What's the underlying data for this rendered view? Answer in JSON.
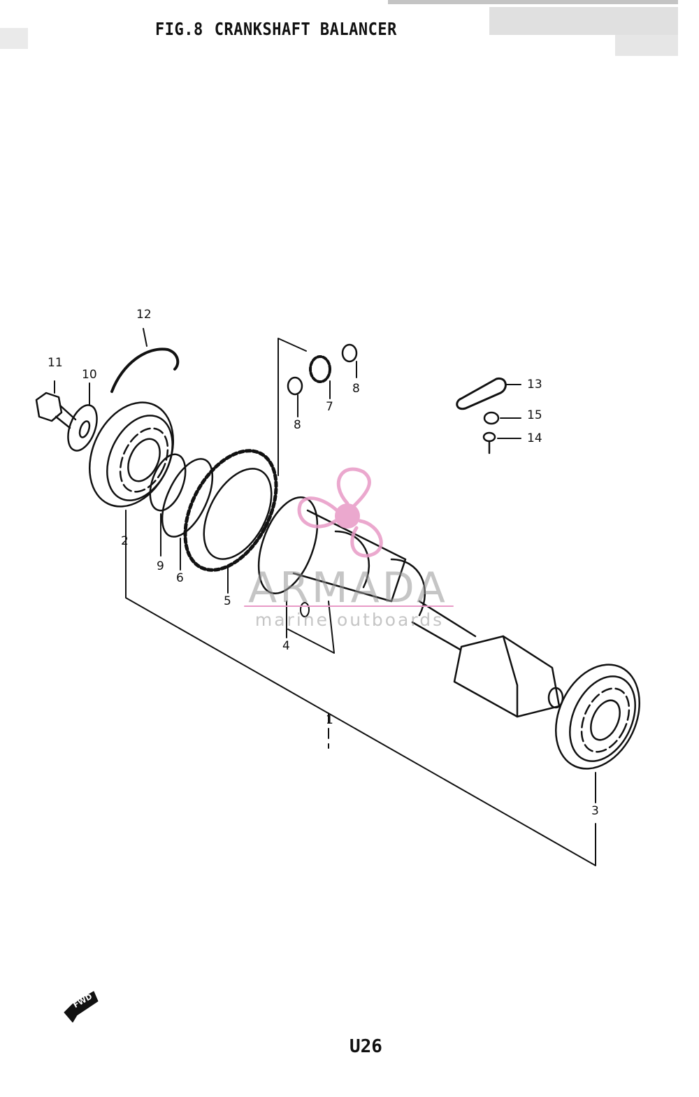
{
  "figure": {
    "number": "FIG.8",
    "title": "CRANKSHAFT BALANCER"
  },
  "page_number": "U26",
  "callouts": [
    {
      "id": "1",
      "text": "1"
    },
    {
      "id": "2",
      "text": "2"
    },
    {
      "id": "3",
      "text": "3"
    },
    {
      "id": "4",
      "text": "4"
    },
    {
      "id": "5",
      "text": "5"
    },
    {
      "id": "6",
      "text": "6"
    },
    {
      "id": "7",
      "text": "7"
    },
    {
      "id": "8a",
      "text": "8"
    },
    {
      "id": "8b",
      "text": "8"
    },
    {
      "id": "9",
      "text": "9"
    },
    {
      "id": "10",
      "text": "10"
    },
    {
      "id": "11",
      "text": "11"
    },
    {
      "id": "12",
      "text": "12"
    },
    {
      "id": "13",
      "text": "13"
    },
    {
      "id": "14",
      "text": "14"
    },
    {
      "id": "15",
      "text": "15"
    }
  ],
  "direction_arrow": "FWD",
  "watermark": {
    "brand": "ARMADA",
    "tagline": "marine outboards",
    "logo_color": "#e89ac6"
  }
}
